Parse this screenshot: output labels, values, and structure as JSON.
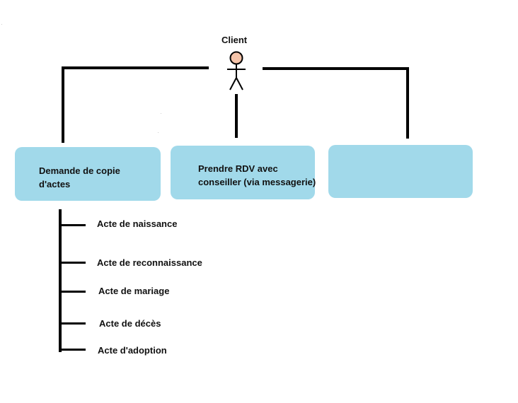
{
  "actor": {
    "label": "Client"
  },
  "boxes": [
    {
      "text": "Demande de copie\nd'actes"
    },
    {
      "text": "Prendre RDV avec\nconseiller  (via messagerie)"
    },
    {
      "text": ""
    }
  ],
  "sub_items": [
    "Acte de naissance",
    "Acte de reconnaissance",
    "Acte de mariage",
    "Acte de décès",
    "Acte d'adoption"
  ],
  "colors": {
    "box_fill": "#a1d9ea",
    "line": "#000000",
    "actor_head": "#f4c3a9"
  }
}
